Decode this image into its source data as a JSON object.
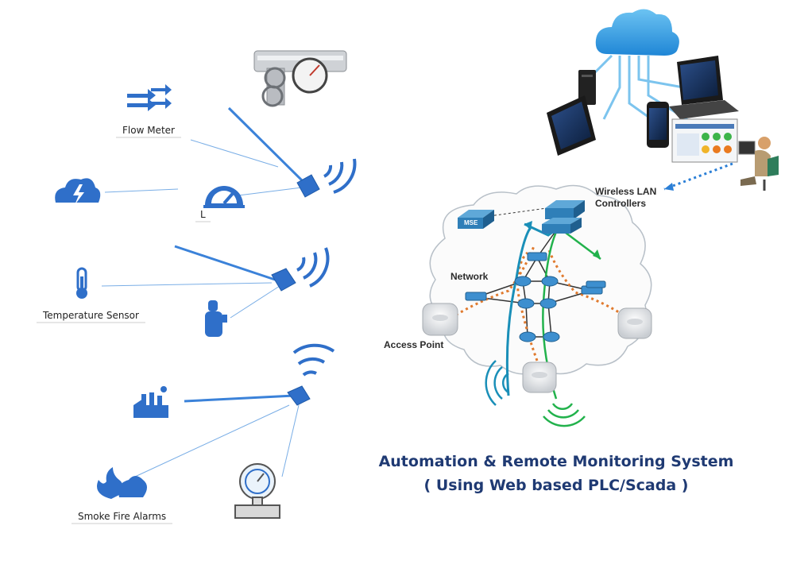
{
  "sensors": {
    "flow_meter": "Flow Meter",
    "level_partial": "L",
    "temperature": "Temperature Sensor",
    "smoke": "Smoke Fire Alarms"
  },
  "network": {
    "wireless_lan": "Wireless LAN",
    "controllers": "Controllers",
    "network": "Network",
    "access_point": "Access Point",
    "mse": "MSE"
  },
  "title": {
    "line1": "Automation & Remote Monitoring System",
    "line2": "( Using Web based PLC/Scada )"
  },
  "colors": {
    "icon_blue": "#2f6fc9",
    "link_blue": "#3b82d9",
    "title_blue": "#1f3a73",
    "cloud_blue": "#3aa0e3",
    "orange_dot": "#e07a2e",
    "green": "#22b24c",
    "teal": "#1a8fb8"
  }
}
